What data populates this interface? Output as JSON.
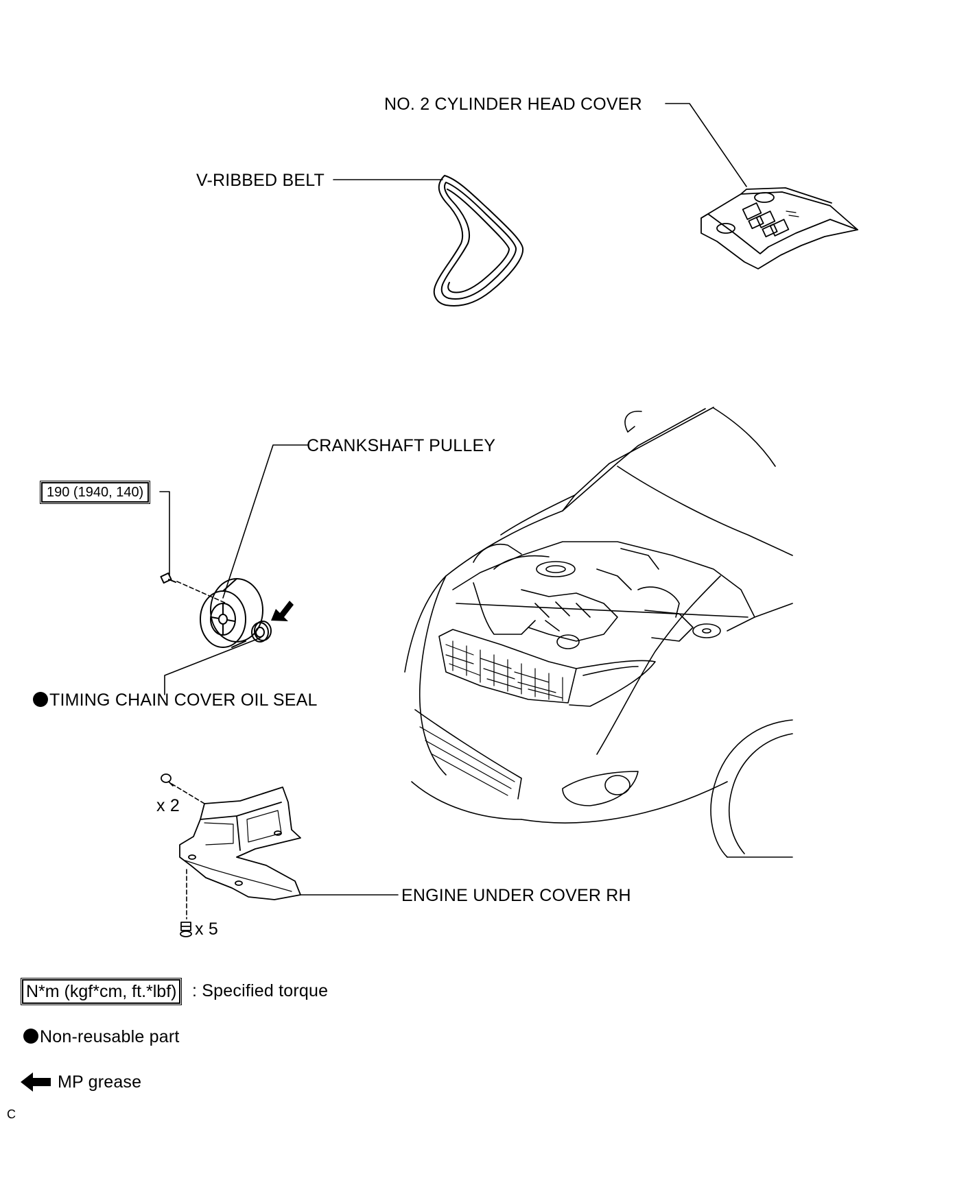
{
  "labels": {
    "cylinder_head_cover": "NO. 2 CYLINDER HEAD COVER",
    "v_ribbed_belt": "V-RIBBED BELT",
    "crankshaft_pulley": "CRANKSHAFT PULLEY",
    "torque_value": "190 (1940, 140)",
    "timing_chain_cover_oil_seal": "TIMING CHAIN COVER OIL SEAL",
    "qty_bolts_top": "x 2",
    "qty_bolts_bottom": "x 5",
    "engine_under_cover": "ENGINE UNDER COVER RH"
  },
  "legend": {
    "torque_unit": "N*m (kgf*cm, ft.*lbf)",
    "torque_text": ": Specified torque",
    "non_reusable_text": "Non-reusable part",
    "grease_text": "MP grease"
  },
  "figure_code": "C"
}
